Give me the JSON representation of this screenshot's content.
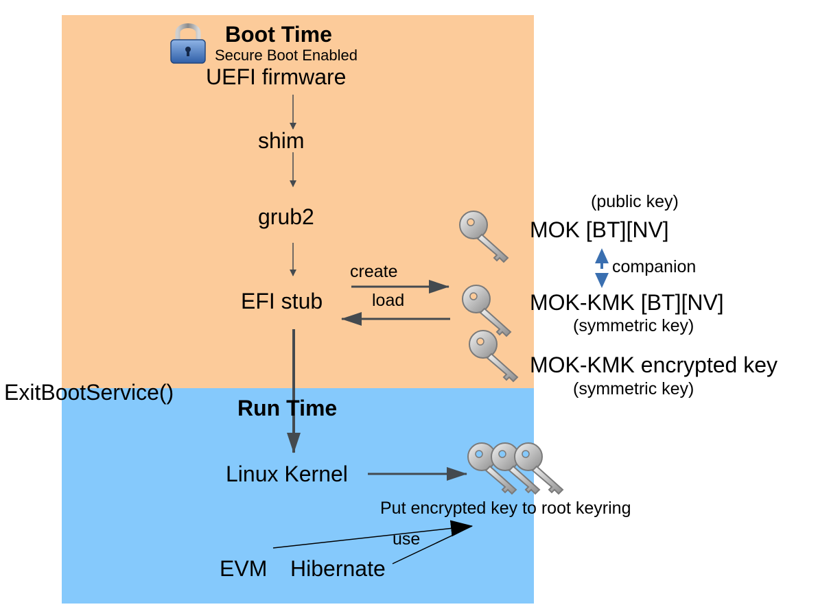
{
  "boot": {
    "title": "Boot Time",
    "subtitle": "Secure Boot Enabled",
    "nodes": [
      "UEFI firmware",
      "shim",
      "grub2",
      "EFI stub"
    ],
    "arrow_create": "create",
    "arrow_load": "load",
    "exit_call": "ExitBootService()"
  },
  "keys": {
    "mok_note": "(public key)",
    "mok": "MOK [BT][NV]",
    "companion": "companion",
    "mok_kmk": "MOK-KMK [BT][NV]",
    "mok_kmk_note": "(symmetric key)",
    "encrypted": "MOK-KMK encrypted key",
    "encrypted_note": "(symmetric key)"
  },
  "run": {
    "title": "Run Time",
    "kernel": "Linux Kernel",
    "keyring": "Put encrypted key to root keyring",
    "use": "use",
    "evm": "EVM",
    "hibernate": "Hibernate"
  },
  "colors": {
    "boot_bg": "#fccb9a",
    "run_bg": "#85c9fc",
    "arrow": "#444a4f",
    "companion_arrow": "#3a6fb0"
  },
  "icons": [
    "lock-icon",
    "key-icon"
  ]
}
